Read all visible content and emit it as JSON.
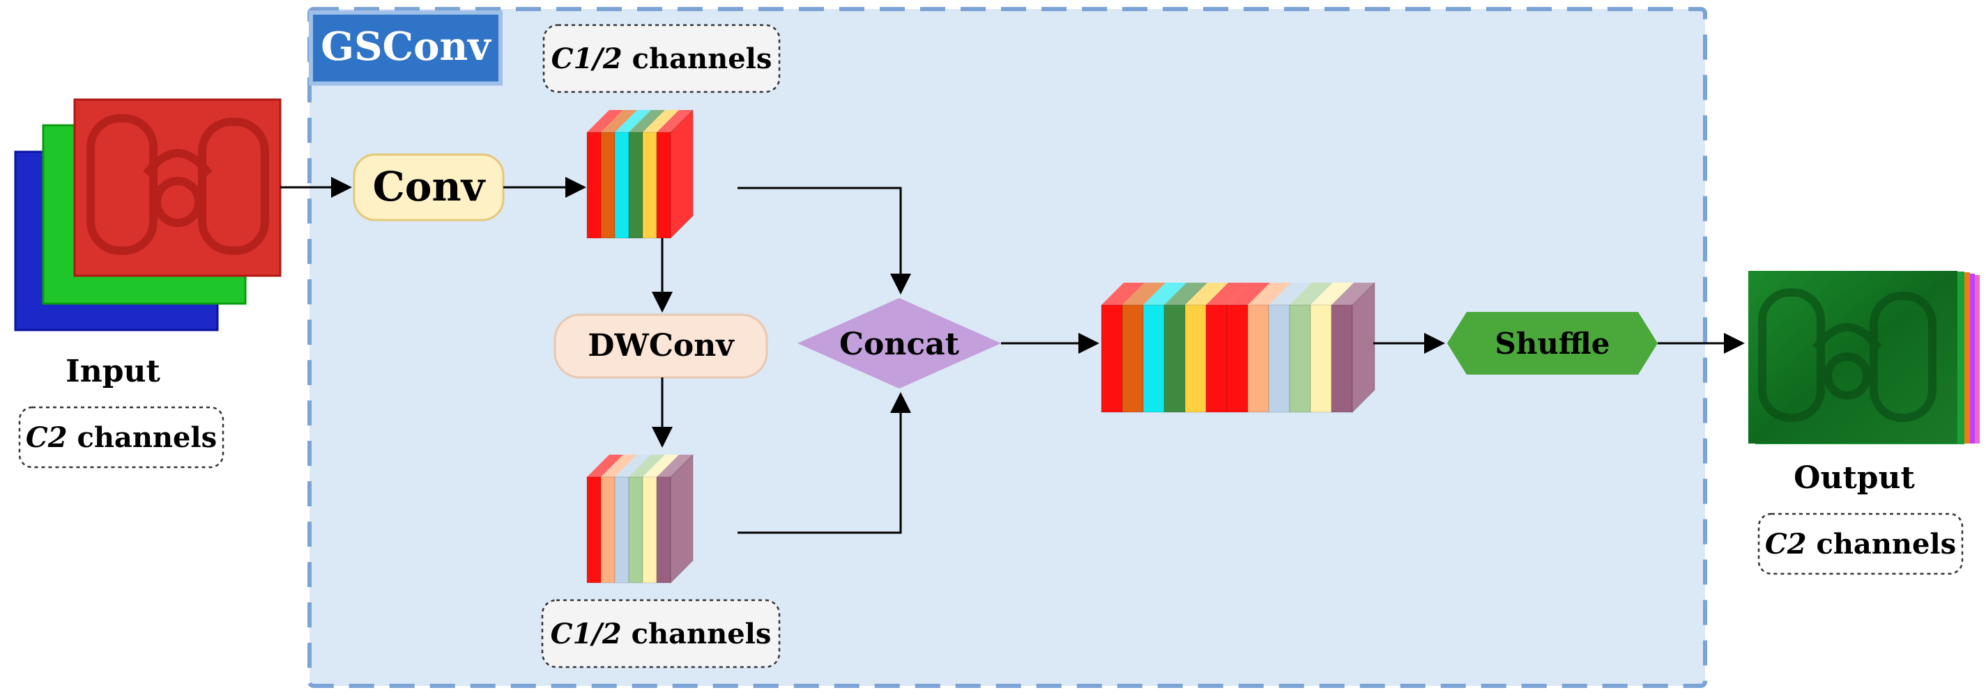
{
  "module_title": "GSConv",
  "nodes": {
    "conv": "Conv",
    "dwconv": "DWConv",
    "concat": "Concat",
    "shuffle": "Shuffle"
  },
  "input": {
    "label": "Input",
    "channels_var": "C2",
    "channels_word": " channels"
  },
  "output": {
    "label": "Output",
    "channels_var": "C2",
    "channels_word": " channels"
  },
  "branch_top": {
    "channels_var": "C1/2",
    "channels_word": " channels"
  },
  "branch_bottom": {
    "channels_var": "C1/2",
    "channels_word": " channels"
  },
  "colors": {
    "panel_fill": "#dbe8f5",
    "panel_border": "#7ba3d6",
    "title_fill": "#2f74c7",
    "conv_fill": "#fff1c6",
    "dwconv_fill": "#fbe5d6",
    "concat_fill": "#c39fdc",
    "shuffle_fill": "#4aa93a",
    "conv_stripes": [
      "#ff1010",
      "#e06010",
      "#10e8f0",
      "#3e8a3e",
      "#ffd040",
      "#ff1010"
    ],
    "dw_stripes": [
      "#ff1010",
      "#ffb080",
      "#bcd2e8",
      "#a8d098",
      "#fff2b0",
      "#9a6080"
    ]
  }
}
